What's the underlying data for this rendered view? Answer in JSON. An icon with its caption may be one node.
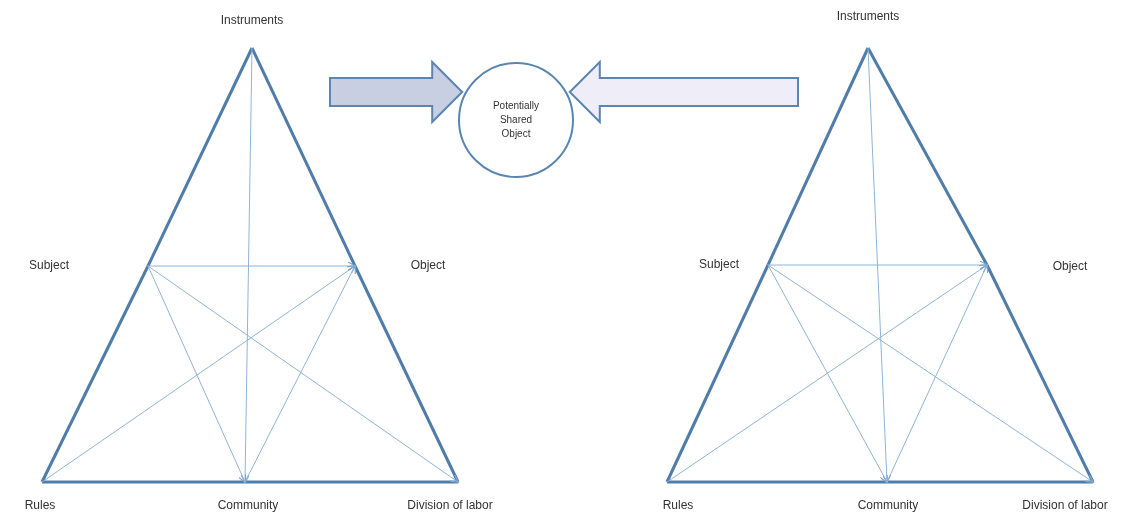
{
  "diagram": {
    "nodes": [
      {
        "text": [
          "Instruments"
        ]
      },
      {
        "text": [
          "Subject"
        ]
      },
      {
        "text": [
          "Object"
        ]
      },
      {
        "text": [
          "Rules"
        ]
      },
      {
        "text": [
          "Community"
        ]
      },
      {
        "text": [
          "Division of labor"
        ]
      },
      {
        "text": [
          "Potentially Shared Object"
        ]
      },
      {
        "text": [
          "Instruments"
        ]
      },
      {
        "text": [
          "Subject"
        ]
      },
      {
        "text": [
          "Object"
        ]
      },
      {
        "text": [
          "Rules"
        ]
      },
      {
        "text": [
          "Community"
        ]
      },
      {
        "text": [
          "Division of labor"
        ]
      }
    ],
    "edges": [
      {
        "from": 0,
        "to": 1,
        "arrow": "none",
        "style": "thick"
      },
      {
        "from": 1,
        "to": 3,
        "arrow": "none",
        "style": "thick"
      },
      {
        "from": 3,
        "to": 4,
        "arrow": "none",
        "style": "thick"
      },
      {
        "from": 4,
        "to": 5,
        "arrow": "none",
        "style": "thick"
      },
      {
        "from": 5,
        "to": 2,
        "arrow": "none",
        "style": "thick"
      },
      {
        "from": 2,
        "to": 0,
        "arrow": "none",
        "style": "thick"
      },
      {
        "from": 1,
        "to": 2,
        "arrow": "to"
      },
      {
        "from": 0,
        "to": 4,
        "arrow": "to"
      },
      {
        "from": 1,
        "to": 4,
        "arrow": "to"
      },
      {
        "from": 1,
        "to": 5,
        "arrow": "to"
      },
      {
        "from": 3,
        "to": 2,
        "arrow": "to"
      },
      {
        "from": 4,
        "to": 2,
        "arrow": "to"
      },
      {
        "from": 7,
        "to": 8,
        "arrow": "none",
        "style": "thick"
      },
      {
        "from": 8,
        "to": 10,
        "arrow": "none",
        "style": "thick"
      },
      {
        "from": 10,
        "to": 11,
        "arrow": "none",
        "style": "thick"
      },
      {
        "from": 11,
        "to": 12,
        "arrow": "none",
        "style": "thick"
      },
      {
        "from": 12,
        "to": 9,
        "arrow": "none",
        "style": "thick"
      },
      {
        "from": 9,
        "to": 7,
        "arrow": "none",
        "style": "thick"
      },
      {
        "from": 8,
        "to": 9,
        "arrow": "to"
      },
      {
        "from": 7,
        "to": 11,
        "arrow": "to"
      },
      {
        "from": 8,
        "to": 11,
        "arrow": "to"
      },
      {
        "from": 8,
        "to": 12,
        "arrow": "to"
      },
      {
        "from": 10,
        "to": 9,
        "arrow": "to"
      },
      {
        "from": 11,
        "to": 9,
        "arrow": "to"
      },
      {
        "from": null,
        "to": 6,
        "arrow": "to",
        "style": "thick",
        "color": "#c9cfe2"
      },
      {
        "from": null,
        "to": 6,
        "arrow": "to",
        "style": "thick",
        "color": "#eeedf8"
      }
    ]
  }
}
